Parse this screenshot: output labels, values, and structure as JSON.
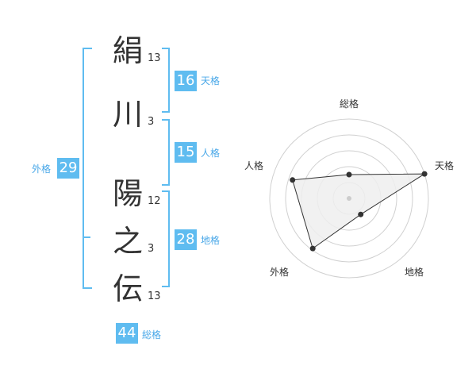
{
  "name_chars": [
    {
      "char": "絹",
      "strokes": "13"
    },
    {
      "char": "川",
      "strokes": "3"
    },
    {
      "char": "陽",
      "strokes": "12"
    },
    {
      "char": "之",
      "strokes": "3"
    },
    {
      "char": "伝",
      "strokes": "13"
    }
  ],
  "fortune": {
    "tenkaku": {
      "value": "16",
      "label": "天格"
    },
    "jinkaku": {
      "value": "15",
      "label": "人格"
    },
    "chikaku": {
      "value": "28",
      "label": "地格"
    },
    "gaikaku": {
      "value": "29",
      "label": "外格"
    },
    "soukaku": {
      "value": "44",
      "label": "総格"
    }
  },
  "radar": {
    "axes": [
      "総格",
      "天格",
      "地格",
      "外格",
      "人格"
    ],
    "scores": [
      0.3,
      1.0,
      0.25,
      0.78,
      0.75
    ],
    "colors": {
      "accent": "#5fbcf0",
      "fill": "#eeeeee",
      "grid": "#d0d0d0"
    }
  }
}
